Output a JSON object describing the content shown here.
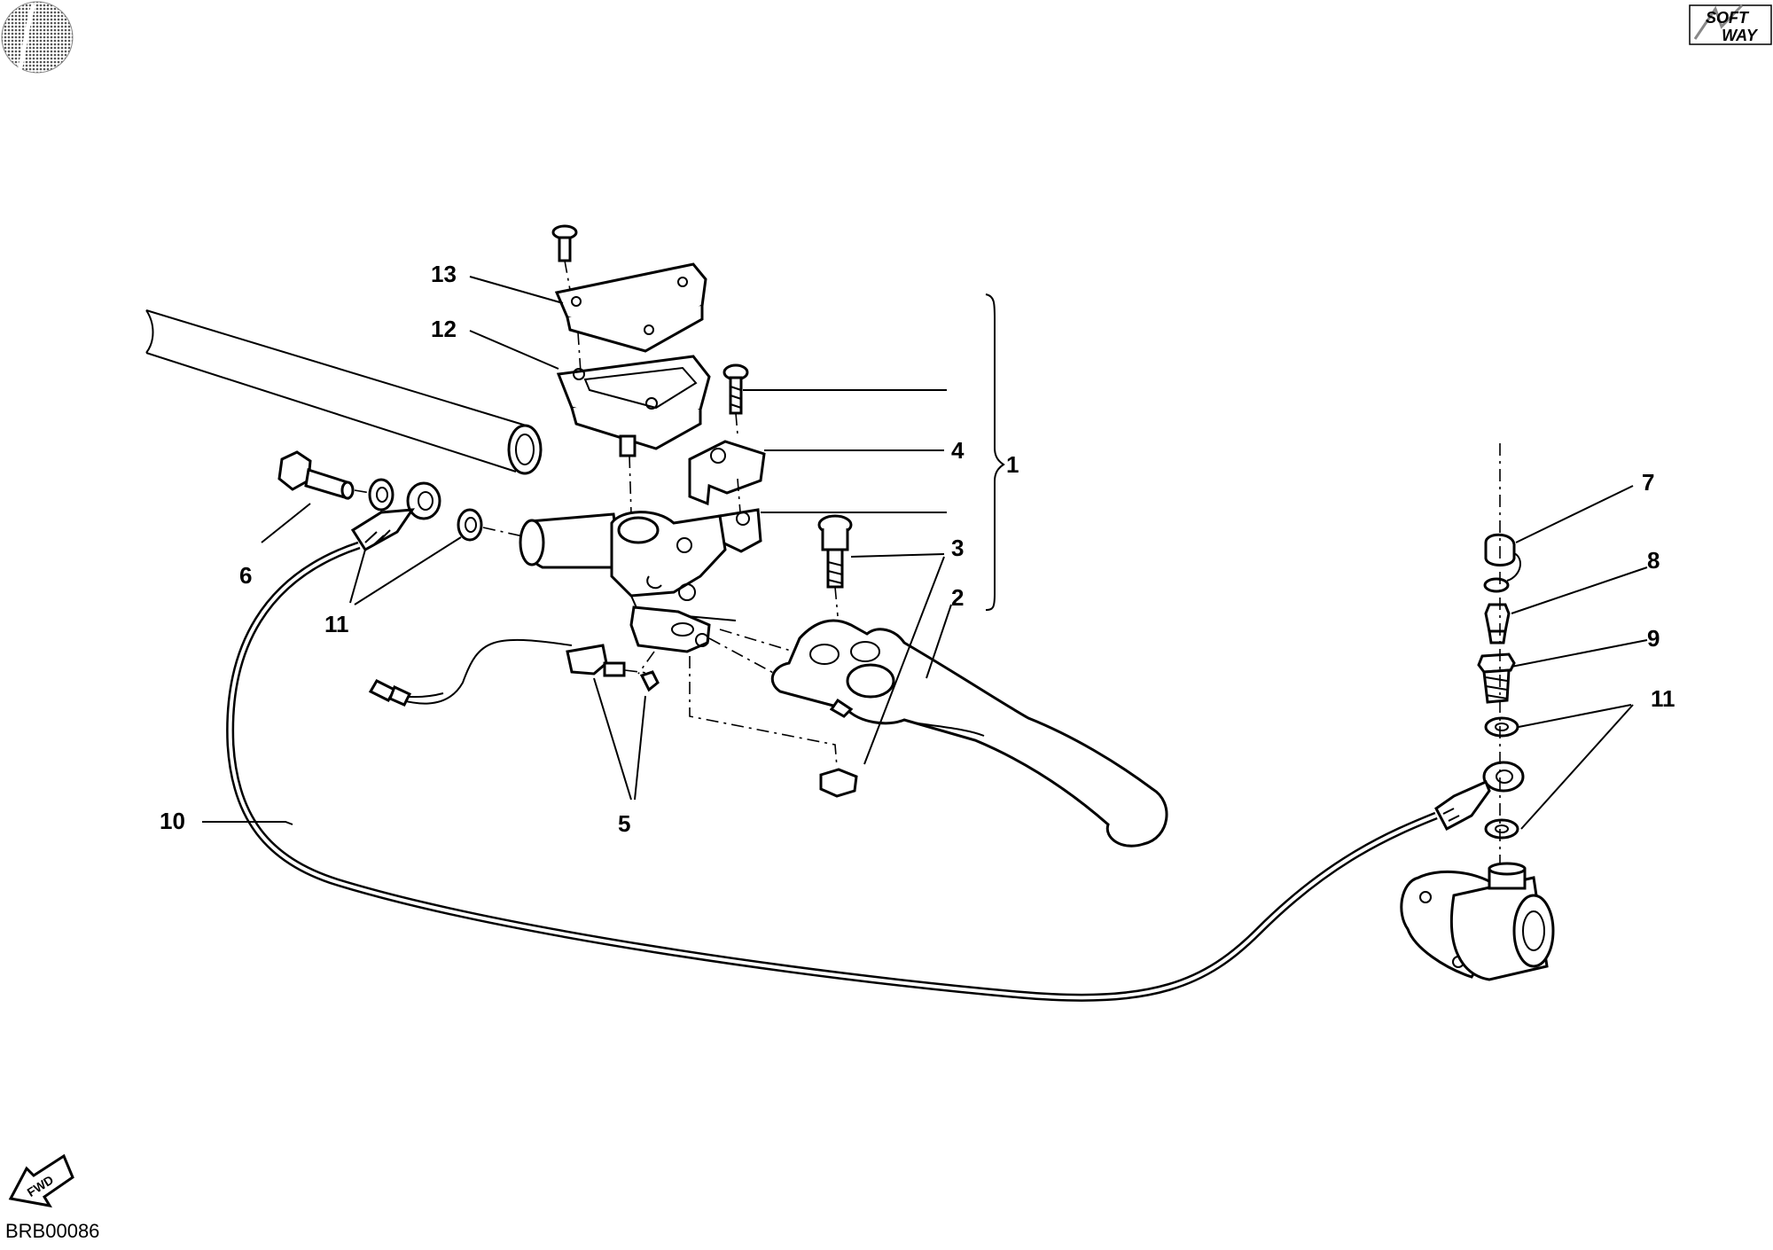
{
  "diagram_code": "BRB00086",
  "brand_mark": {
    "line1": "SOFT",
    "line2": "WAY"
  },
  "fwd_label": "FWD",
  "callouts": {
    "c1": "1",
    "c2": "2",
    "c3": "3",
    "c4": "4",
    "c5": "5",
    "c6": "6",
    "c7": "7",
    "c8": "8",
    "c9": "9",
    "c10": "10",
    "c11a": "11",
    "c11b": "11",
    "c12": "12",
    "c13": "13"
  },
  "icons": [
    "manufacturer-logo-icon",
    "softway-logo-icon",
    "fwd-arrow-icon"
  ]
}
